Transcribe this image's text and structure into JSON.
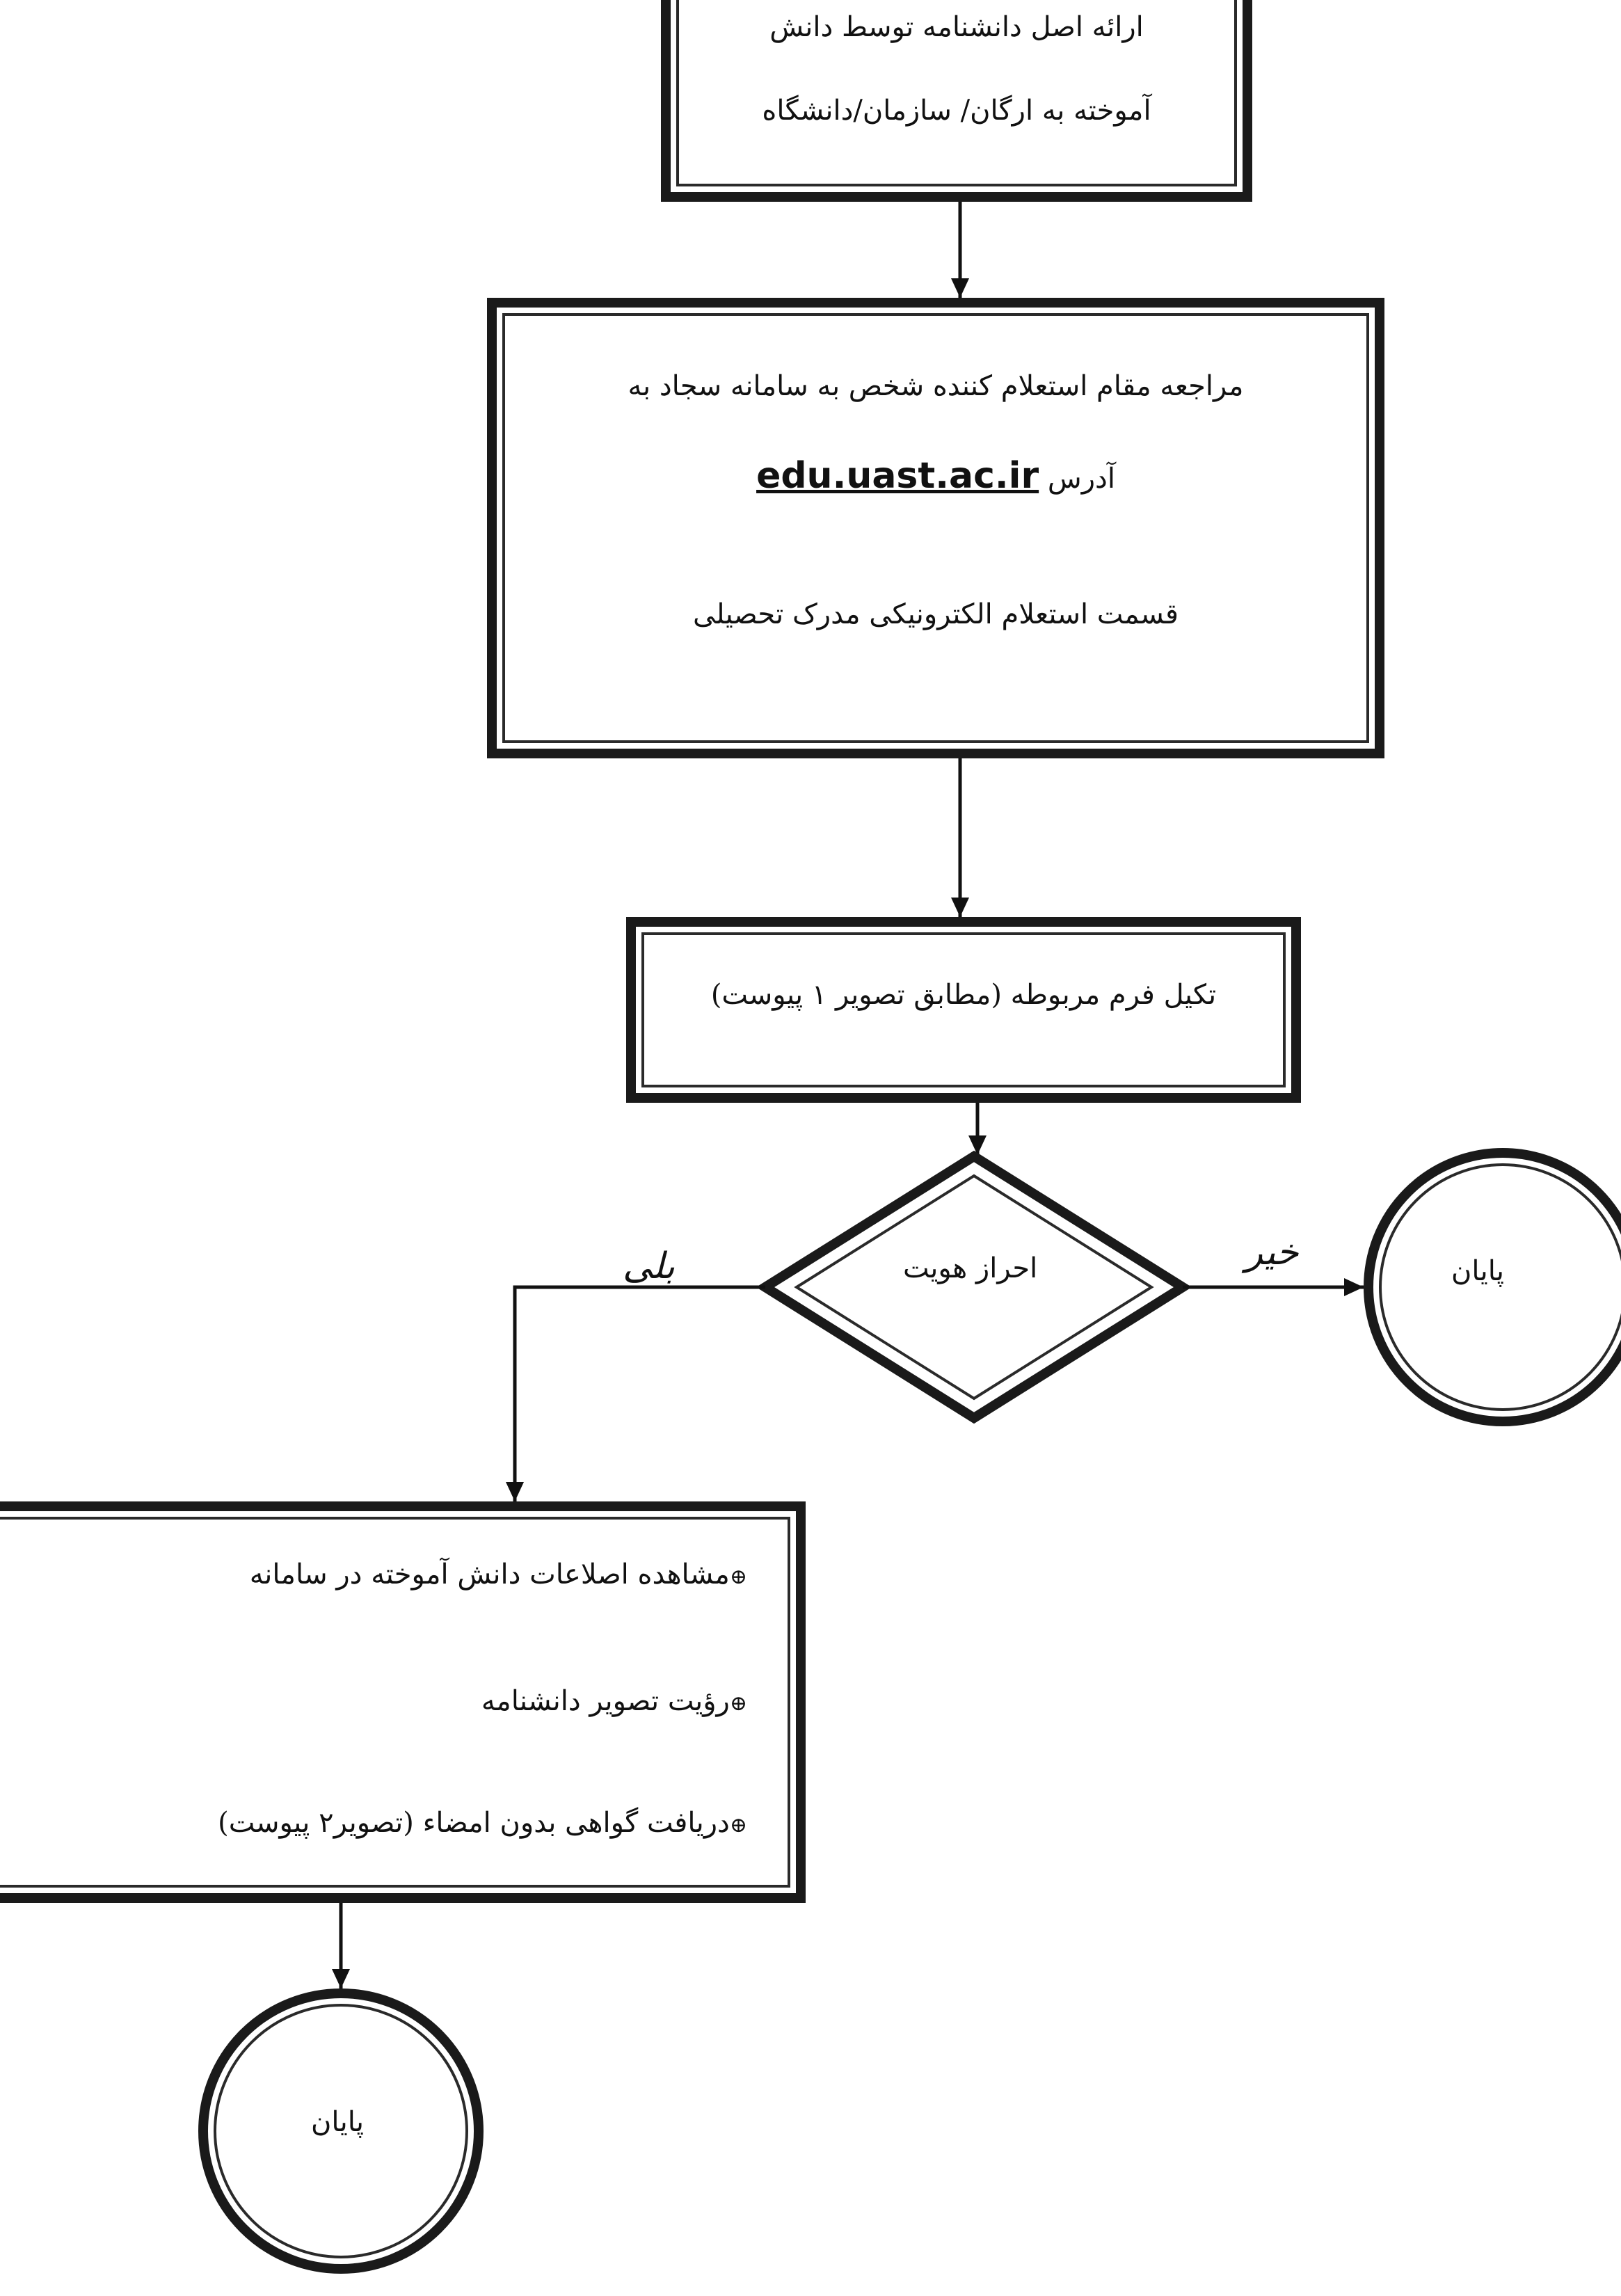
{
  "nodes": {
    "step1": {
      "lines": [
        "ارائه اصل دانشنامه توسط دانش",
        "آموخته به ارگان/ سازمان/دانشگاه"
      ]
    },
    "step2": {
      "line1": "مراجعه مقام استعلام کننده شخص به سامانه سجاد به",
      "address_label": "آدرس",
      "url": "edu.uast.ac.ir",
      "line3": "قسمت استعلام الکترونیکی مدرک تحصیلی"
    },
    "step3": {
      "text": "تکیل فرم مربوطه (مطابق تصویر ۱ پیوست)"
    },
    "decision": {
      "text": "احراز هویت",
      "yes_label": "بلی",
      "no_label": "خیر"
    },
    "end_right": {
      "text": "پایان"
    },
    "step4": {
      "bullet": "⊕",
      "items": [
        "مشاهده اصلاعات دانش آموخته در سامانه",
        "رؤیت تصویر دانشنامه",
        "دریافت گواهی بدون امضاء (تصویر۲ پیوست)"
      ]
    },
    "end_bottom": {
      "text": "پایان"
    }
  }
}
